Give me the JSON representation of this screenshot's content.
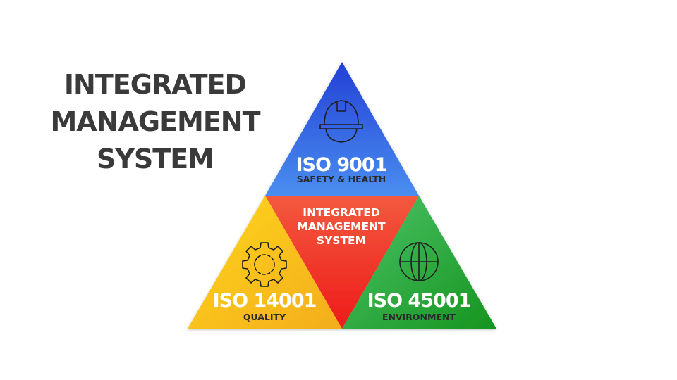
{
  "title": {
    "lines": [
      "INTEGRATED",
      "MANAGEMENT",
      "SYSTEM"
    ]
  },
  "center": {
    "lines": [
      "INTEGRATED",
      "MANAGEMENT",
      "SYSTEM"
    ],
    "color": "#f0352a"
  },
  "sections": {
    "top": {
      "title": "ISO 9001",
      "subtitle": "SAFETY & HEALTH",
      "icon": "hard-hat-icon",
      "color": "#2f6de0"
    },
    "left": {
      "title": "ISO 14001",
      "subtitle": "QUALITY",
      "icon": "gear-icon",
      "color": "#f7c31b"
    },
    "right": {
      "title": "ISO 45001",
      "subtitle": "ENVIRONMENT",
      "icon": "globe-icon",
      "color": "#1fa13a"
    }
  }
}
